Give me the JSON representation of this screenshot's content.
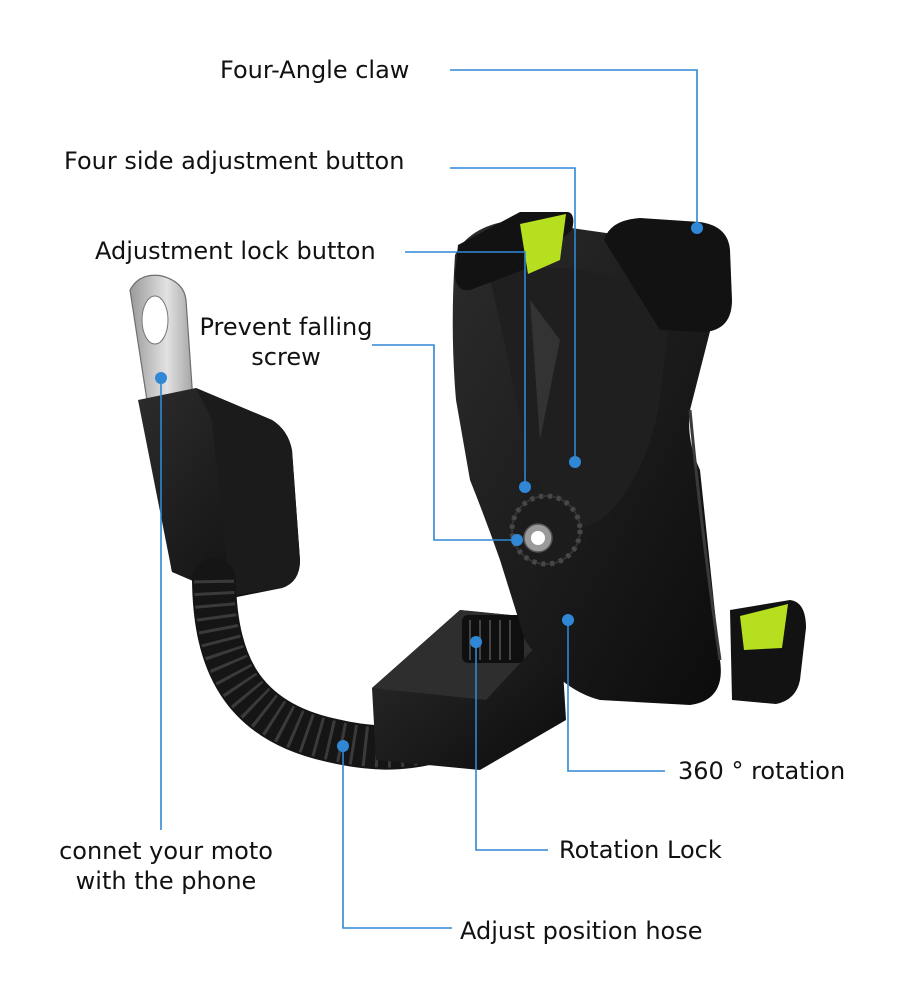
{
  "colors": {
    "leader": "#2f87d6",
    "body": "#141414",
    "body_shade": "#2a2a2a",
    "accent": "#b6df1f",
    "metal": "#c8c8c8",
    "background": "#ffffff"
  },
  "labels": {
    "four_angle_claw": "Four-Angle claw",
    "four_side_adjustment_button": "Four side adjustment button",
    "adjustment_lock_button": "Adjustment lock button",
    "prevent_falling_screw_line1": "Prevent falling",
    "prevent_falling_screw_line2": "screw",
    "rotation_360": "360 ° rotation",
    "rotation_lock": "Rotation Lock",
    "connect_line1": "connet your moto",
    "connect_line2": "with the phone",
    "adjust_position_hose": "Adjust position hose"
  }
}
